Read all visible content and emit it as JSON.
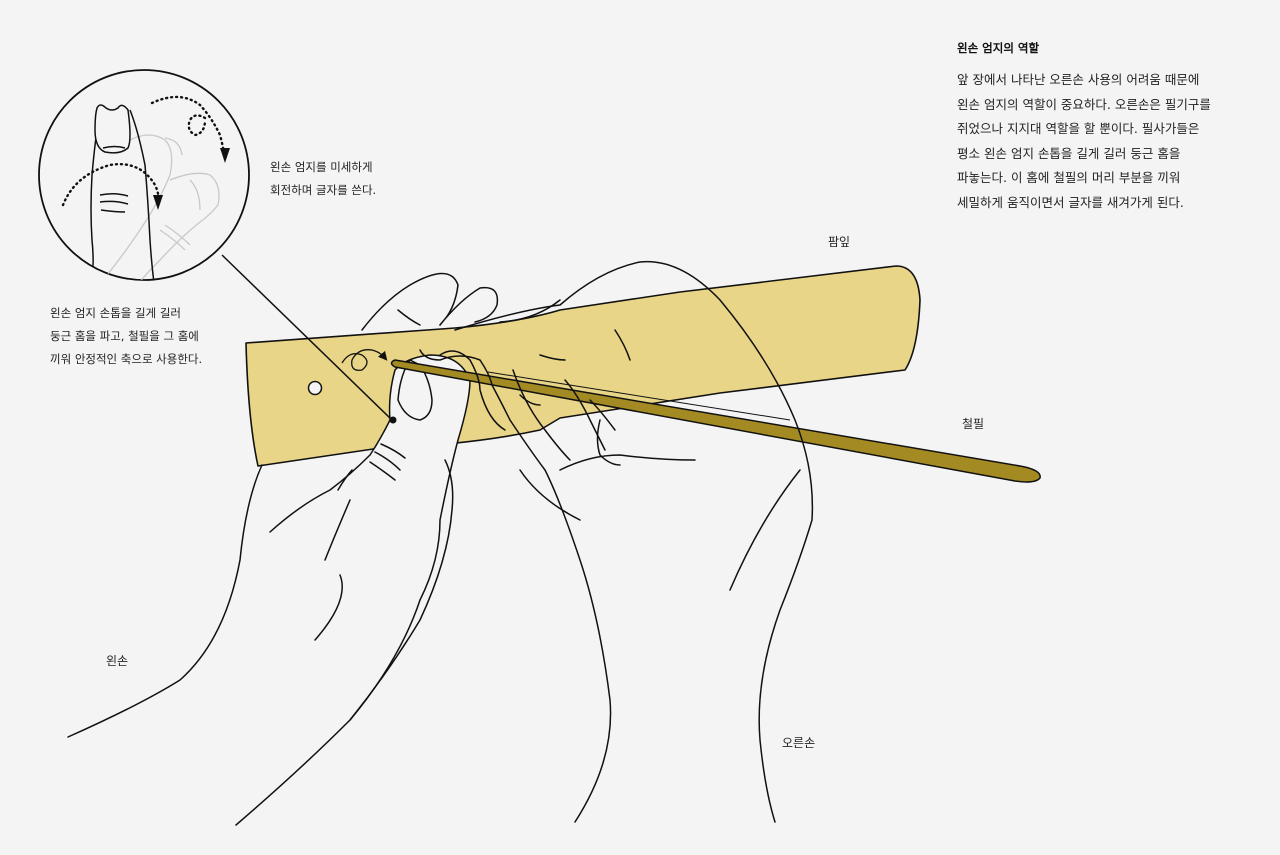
{
  "side_panel": {
    "title": "왼손 엄지의 역할",
    "body_lines": [
      "앞 장에서 나타난 오른손 사용의 어려움 때문에",
      "왼손 엄지의 역할이 중요하다. 오른손은 필기구를",
      "쥐었으나 지지대 역할을 할 뿐이다. 필사가들은",
      "평소 왼손 엄지 손톱을 길게 길러 둥근 홈을",
      "파놓는다. 이 홈에 철필의 머리 부분을 끼워",
      "세밀하게 움직이면서 글자를 새겨가게 된다."
    ]
  },
  "callouts": {
    "zoom_note": {
      "lines": [
        "왼손 엄지를 미세하게",
        "회전하며 글자를 쓴다."
      ]
    },
    "thumbnail_note": {
      "lines": [
        "왼손 엄지 손톱을 길게 길러",
        "둥근 홈을 파고, 철필을 그 홈에",
        "끼워 안정적인 축으로 사용한다."
      ]
    }
  },
  "labels": {
    "palm_leaf": "팜잎",
    "stylus": "철필",
    "left_hand": "왼손",
    "right_hand": "오른손"
  },
  "colors": {
    "background": "#f4f4f4",
    "palm_leaf": "#e8d587",
    "stylus": "#a48a22",
    "outline": "#111111",
    "ghost_outline": "#c8c8c8"
  },
  "icons": {
    "rotation_arrow": "curved-dotted-arrow",
    "loop_arrow": "loop-arrow",
    "magnifier_circle": "zoom-circle"
  }
}
